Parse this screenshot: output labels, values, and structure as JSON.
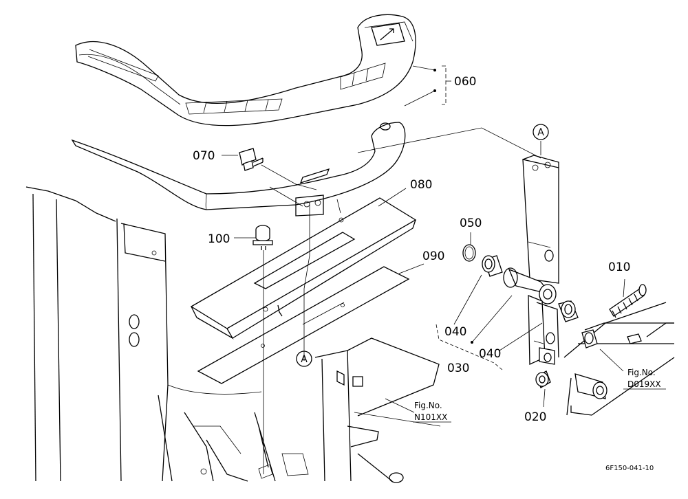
{
  "parts": {
    "p010": "010",
    "p020": "020",
    "p030": "030",
    "p040a": "040",
    "p040b": "040",
    "p050": "050",
    "p060": "060",
    "p070": "070",
    "p080": "080",
    "p090": "090",
    "p100": "100"
  },
  "refs": {
    "circle_a_top": "A",
    "circle_a_bottom": "A",
    "fig_left_title": "Fig.No.",
    "fig_left_code": "N101XX",
    "fig_right_title": "Fig.No.",
    "fig_right_code": "D019XX"
  },
  "figure_code": "6F150-041-10"
}
